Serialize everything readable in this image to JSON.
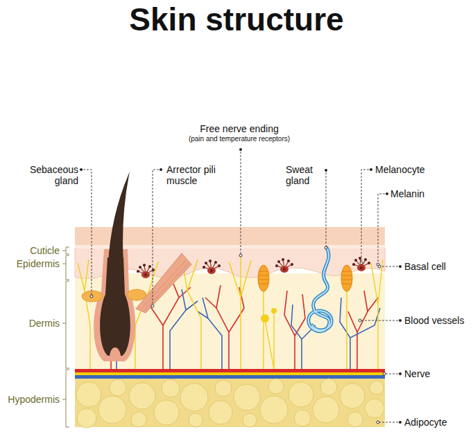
{
  "diagram": {
    "title": "Skin structure",
    "labels": [
      "Free nerve ending",
      "(pain and temperature receptors)",
      "Sebaceous gland",
      "Arrector pili muscle",
      "Sweat gland",
      "Melanocyte",
      "Melanin",
      "Basal cell",
      "Blood vessels",
      "Nerve",
      "Adipocyte",
      "Cuticle",
      "Epidermis",
      "Dermis",
      "Hypodermis"
    ]
  }
}
